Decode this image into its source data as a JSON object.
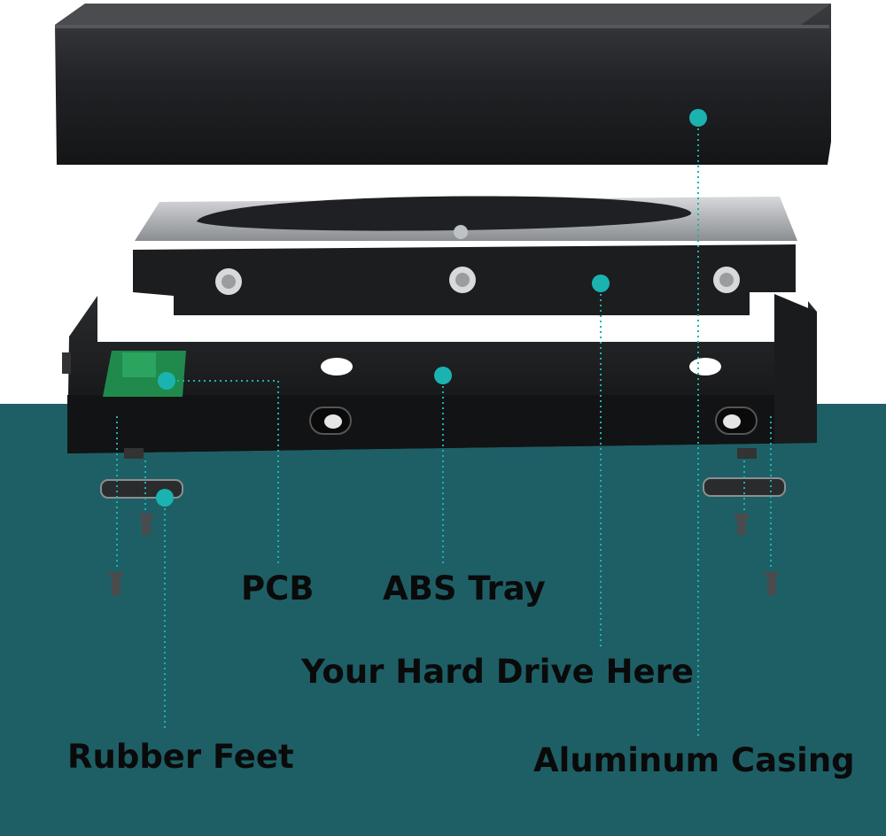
{
  "colors": {
    "background_top": "#ffffff",
    "background_bottom": "#1e5f66",
    "marker": "#1ab3b0",
    "casing": "#1a1c1f",
    "pcb": "#1f8a4c"
  },
  "components": {
    "casing": {
      "label": "Aluminum Casing"
    },
    "hard_drive": {
      "label": "Your Hard Drive Here"
    },
    "tray": {
      "label": "ABS Tray"
    },
    "pcb": {
      "label": "PCB"
    },
    "feet": {
      "label": "Rubber Feet"
    }
  }
}
